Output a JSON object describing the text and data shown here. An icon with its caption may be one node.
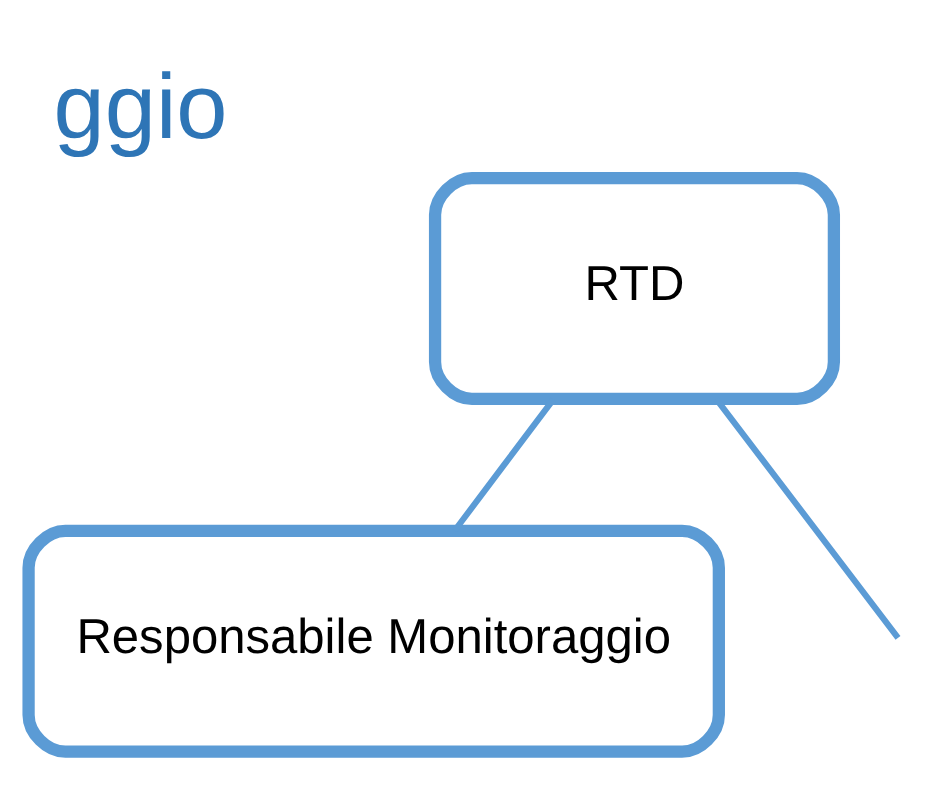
{
  "diagram": {
    "title": "ggio",
    "nodes": [
      {
        "text": [
          "RTD"
        ]
      },
      {
        "text": [
          "Responsabile Monitoraggio"
        ]
      }
    ],
    "edges": [
      {
        "from": 0,
        "to": 1,
        "arrow": "none"
      },
      {
        "from": 0,
        "to": null,
        "arrow": "none"
      }
    ]
  }
}
